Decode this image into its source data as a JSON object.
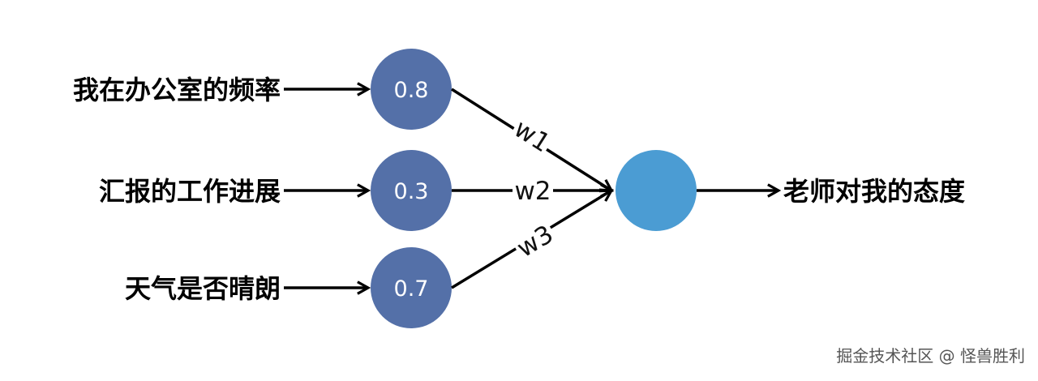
{
  "inputs": [
    {
      "label": "我在办公室的频率",
      "value": "0.8"
    },
    {
      "label": "汇报的工作进展",
      "value": "0.3"
    },
    {
      "label": "天气是否晴朗",
      "value": "0.7"
    }
  ],
  "weights": [
    "w1",
    "w2",
    "w3"
  ],
  "output": {
    "label": "老师对我的态度"
  },
  "watermark": "掘金技术社区 @ 怪兽胜利",
  "colors": {
    "input_node": "#5470a8",
    "output_node": "#4b9cd3",
    "text": "#000000"
  }
}
